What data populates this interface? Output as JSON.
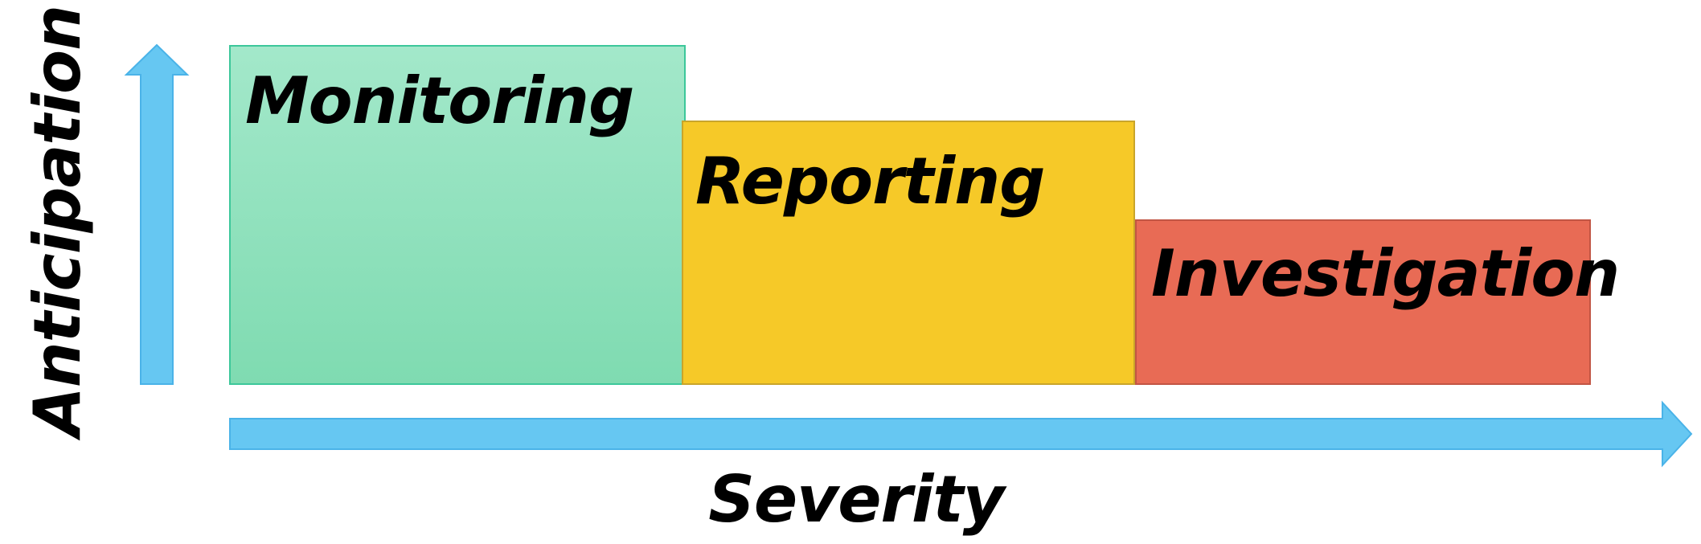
{
  "diagram": {
    "boxes": [
      {
        "label": "Monitoring",
        "color_top": "#a3e8ca",
        "color_bottom": "#7fdbb1"
      },
      {
        "label": "Reporting",
        "color_top": "#f6c928",
        "color_bottom": "#f6c928"
      },
      {
        "label": "Investigation",
        "color_top": "#e86b55",
        "color_bottom": "#e86b55"
      }
    ],
    "y_axis": {
      "label": "Anticipation"
    },
    "x_axis": {
      "label": "Severity"
    },
    "arrow_color": "#66c7f2",
    "arrow_outline": "#4ab3e8"
  }
}
